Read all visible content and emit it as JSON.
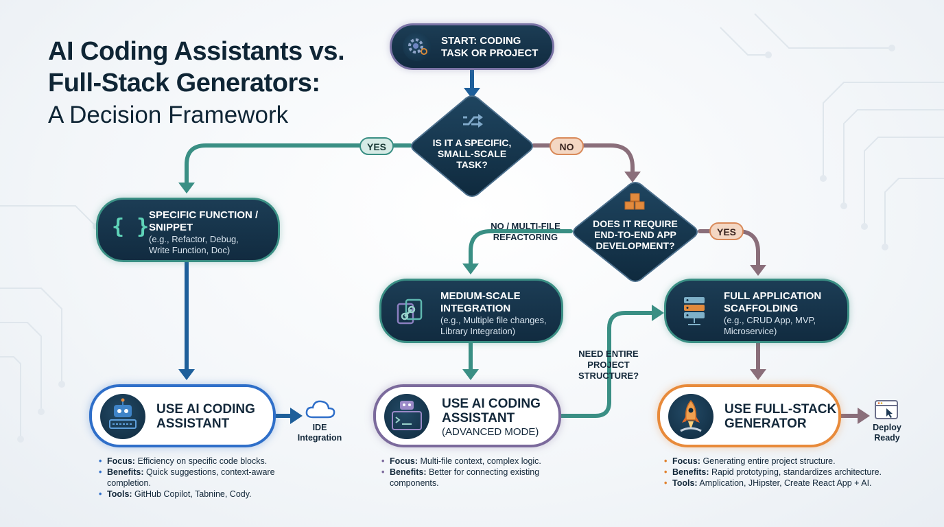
{
  "title": {
    "line1": "AI Coding Assistants vs.",
    "line2": "Full-Stack Generators:",
    "subtitle": "A Decision Framework"
  },
  "start": {
    "line1": "START: CODING",
    "line2": "TASK OR PROJECT",
    "icon": "gear-icon"
  },
  "decision1": {
    "line1": "IS IT A SPECIFIC,",
    "line2": "SMALL-SCALE",
    "line3": "TASK?",
    "icon": "shuffle-icon",
    "yes_label": "YES",
    "no_label": "NO"
  },
  "decision2": {
    "line1": "DOES IT REQUIRE",
    "line2": "END-TO-END APP",
    "line3": "DEVELOPMENT?",
    "icon": "cubes-icon",
    "yes_label": "YES",
    "no_label_line1": "NO / MULTI-FILE",
    "no_label_line2": "REFACTORING"
  },
  "specific": {
    "title1": "SPECIFIC FUNCTION /",
    "title2": "SNIPPET",
    "sub1": "(e.g., Refactor, Debug,",
    "sub2": "Write Function, Doc)",
    "icon": "curly-braces-icon"
  },
  "medium": {
    "title1": "MEDIUM-SCALE",
    "title2": "INTEGRATION",
    "sub1": "(e.g., Multiple file changes,",
    "sub2": "Library Integration)",
    "icon": "linked-files-icon"
  },
  "full_app": {
    "title1": "FULL APPLICATION",
    "title2": "SCAFFOLDING",
    "sub1": "(e.g., CRUD App, MVP,",
    "sub2": "Microservice)",
    "icon": "server-stack-icon"
  },
  "need_entire": {
    "line1": "NEED ENTIRE",
    "line2": "PROJECT",
    "line3": "STRUCTURE?"
  },
  "outcome1": {
    "title1": "USE AI CODING",
    "title2": "ASSISTANT",
    "icon": "robot-icon"
  },
  "outcome2": {
    "title1": "USE AI CODING",
    "title2": "ASSISTANT",
    "sub": "(ADVANCED MODE)",
    "icon": "robot-terminal-icon"
  },
  "outcome3": {
    "title1": "USE FULL-STACK",
    "title2": "GENERATOR",
    "icon": "rocket-icon"
  },
  "ide": {
    "line1": "IDE",
    "line2": "Integration",
    "icon": "cloud-icon"
  },
  "deploy": {
    "line1": "Deploy",
    "line2": "Ready",
    "icon": "browser-cursor-icon"
  },
  "notes1": {
    "focus_label": "Focus:",
    "focus_text": " Efficiency on specific code blocks.",
    "benefits_label": "Benefits:",
    "benefits_text": " Quick suggestions, context-aware",
    "benefits_text2": "completion.",
    "tools_label": "Tools:",
    "tools_text": " GitHub Copilot, Tabnine, Cody."
  },
  "notes2": {
    "focus_label": "Focus:",
    "focus_text": " Multi-file context, complex logic.",
    "benefits_label": "Benefits:",
    "benefits_text": " Better for connecting existing",
    "benefits_text2": "components."
  },
  "notes3": {
    "focus_label": "Focus:",
    "focus_text": " Generating entire project structure.",
    "benefits_label": "Benefits:",
    "benefits_text": " Rapid prototyping, standardizes architecture.",
    "tools_label": "Tools:",
    "tools_text": " Amplication, JHipster, Create React App + AI."
  },
  "colors": {
    "teal": "#3a8f84",
    "mauve": "#8a6e7a",
    "navy": "#1e5f9a",
    "blue_outline": "#2f6fc9",
    "purple_outline": "#7b6a9c",
    "orange_outline": "#e88a3a",
    "orange_pill": "#f3d9c7",
    "dark_node": "#14324a",
    "orange_dot": "#e0802c"
  }
}
